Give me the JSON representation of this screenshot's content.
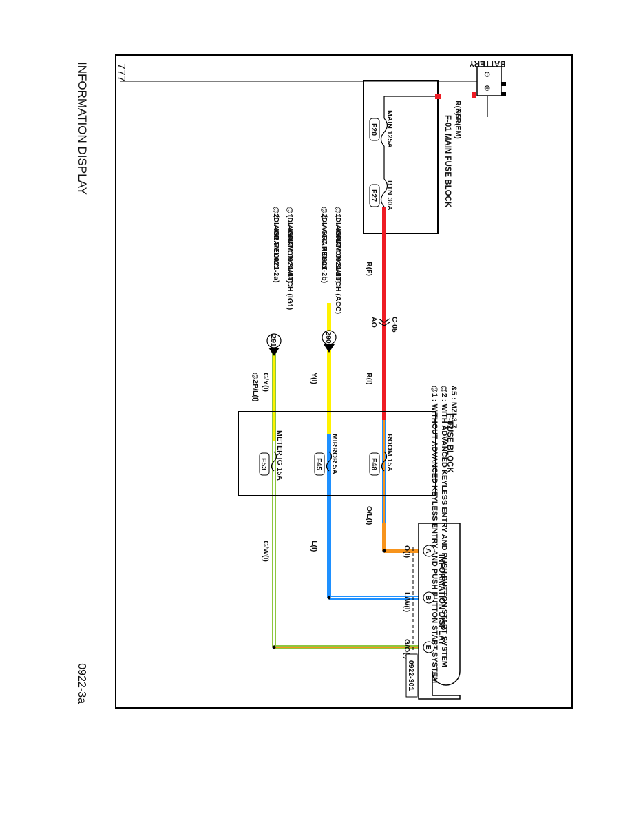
{
  "page": {
    "title": "INFORMATION DISPLAY",
    "code": "0922-3a",
    "mark": "777"
  },
  "colors": {
    "red": "#ee1c24",
    "yellow": "#fff200",
    "blue": "#1e90ff",
    "orange": "#f7941d",
    "green": "#8dc63f",
    "white": "#ffffff"
  },
  "battery": {
    "label": "BATTERY",
    "neg": "⊖",
    "pos": "⊕",
    "wire_1": "R(E)",
    "wire_2": "&5R(EM)"
  },
  "main_fuse_block": {
    "title": "F-01 MAIN FUSE BLOCK",
    "fuses": [
      {
        "label": "MAIN 125A",
        "code": "F20"
      },
      {
        "label": "BTN 30A",
        "code": "F27"
      }
    ]
  },
  "wires": {
    "rf": "R(F)",
    "ri": "R(I)",
    "yi": "Y(I)",
    "gyi": "G/Y(I)",
    "gyi_alt": "@2P/L(I)",
    "oli": "O/L(I)",
    "li": "L(I)",
    "gwi": "G/W(I)",
    "oi": "O(I)",
    "lwi": "L/W(I)",
    "goi": "G/O(I)"
  },
  "connector": {
    "id": "C-05",
    "pin": "AO"
  },
  "notes": {
    "note1": "@1 : WITHOUT ADVANCED KEYLESS ENTRY AND PUSH BUTTON START SYSTEM",
    "note2": "@2 : WITH ADVANCED KEYLESS ENTRY AND PUSH BUTTON START SYSTEM",
    "note3": "&5 : MZI-3.7"
  },
  "refs": {
    "acc_1": "@1 → IGNITION SWITCH (ACC)",
    "acc_1d": "(DIAGRAM 0921-1b)",
    "acc_2": "@2 → ACC RELAY",
    "acc_2d": "(DIAGRAM 0921-2b)",
    "ig_1": "@1 → IGNITION SWITCH (IG1)",
    "ig_1d": "(DIAGRAM 0921-1a)",
    "ig_2": "@2 → IG1 RELAY",
    "ig_2d": "(DIAGRAM 0921-2a)"
  },
  "junctions": {
    "j1": "290",
    "j2": "291"
  },
  "fuse_block": {
    "title_1": "F-02",
    "title_2": "FUSE BLOCK",
    "fuses": [
      {
        "label": "ROOM 15A",
        "code": "F48"
      },
      {
        "label": "MIRROR 5A",
        "code": "F45"
      },
      {
        "label": "METER IG 15A",
        "code": "F53"
      }
    ]
  },
  "display": {
    "label": "INFORMATION DISPLAY",
    "pins": [
      "A",
      "B",
      "E"
    ],
    "connector": "0922-301"
  }
}
